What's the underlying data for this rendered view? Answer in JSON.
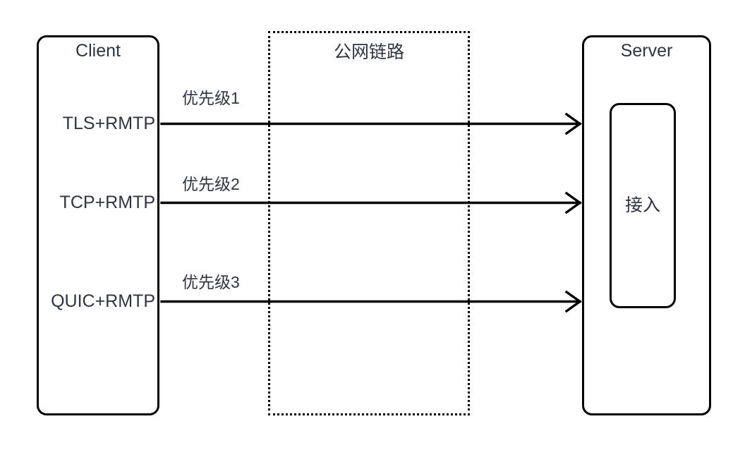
{
  "diagram": {
    "title": "Client to Server multi-protocol priority link diagram",
    "background_color": "#ffffff",
    "stroke_color": "#000000",
    "text_color": "#2f3540",
    "client": {
      "title": "Client",
      "protocols": [
        {
          "label": "TLS+RMTP"
        },
        {
          "label": "TCP+RMTP"
        },
        {
          "label": "QUIC+RMTP"
        }
      ]
    },
    "network": {
      "title": "公网链路",
      "border_style": "dotted"
    },
    "server": {
      "title": "Server",
      "inner": {
        "label": "接入"
      }
    },
    "edges": [
      {
        "label": "优先级1",
        "from": "TLS+RMTP",
        "to": "接入"
      },
      {
        "label": "优先级2",
        "from": "TCP+RMTP",
        "to": "接入"
      },
      {
        "label": "优先级3",
        "from": "QUIC+RMTP",
        "to": "接入"
      }
    ]
  }
}
